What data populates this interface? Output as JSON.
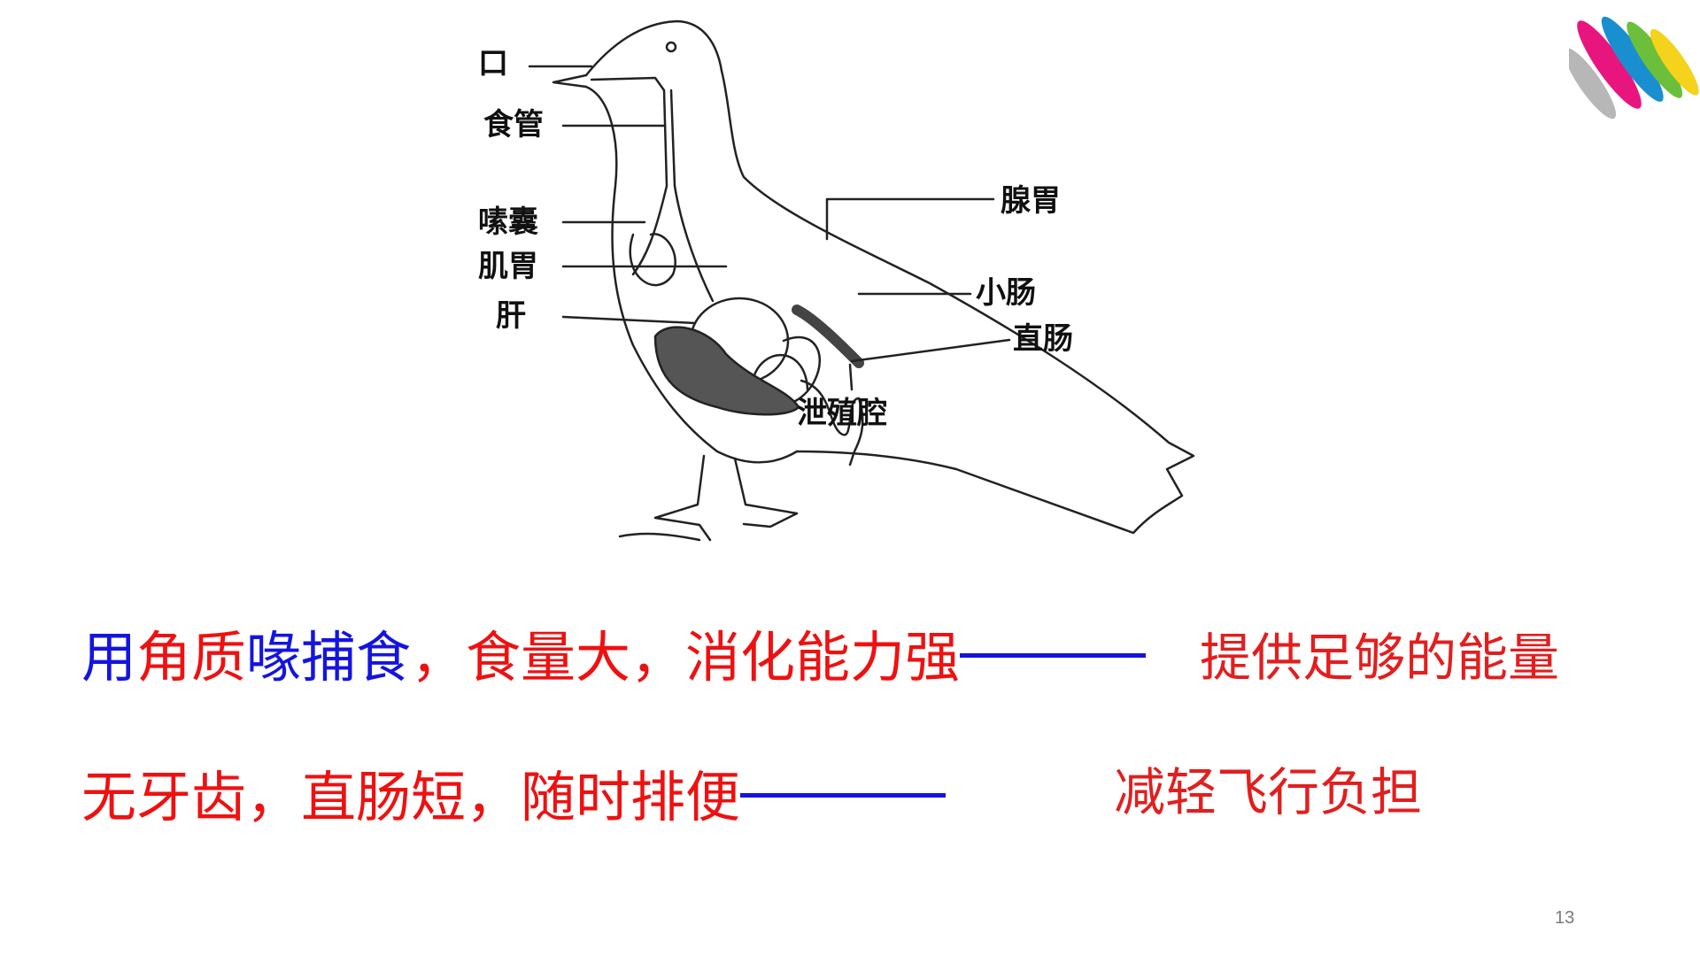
{
  "diagram": {
    "labels": {
      "mouth": "口",
      "esophagus": "食管",
      "crop": "嗉囊",
      "gizzard": "肌胃",
      "liver": "肝",
      "proventriculus": "腺胃",
      "small_intestine": "小肠",
      "rectum": "直肠",
      "cloaca": "泄殖腔"
    }
  },
  "statements": {
    "line1": {
      "part_blue": "用",
      "part_red": "角质",
      "part_blue2": "喙捕食",
      "part_red2": "，食量大，消化能力强",
      "result": "提供足够的能量"
    },
    "line2": {
      "part_red": "无牙齿，直肠短，随时排便",
      "result": "减轻飞行负担"
    }
  },
  "colors": {
    "blue": "#1414e0",
    "red": "#ee1111",
    "result_red": "#e21e1e",
    "dash_line1": "#1414e0",
    "dash_line2": "#1414e0"
  },
  "page_number": "13"
}
